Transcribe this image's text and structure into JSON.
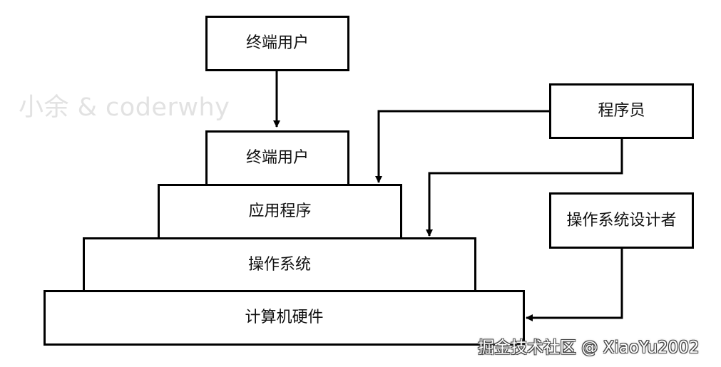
{
  "watermark": {
    "text": "小余 & coderwhy"
  },
  "footer_watermark": {
    "text": "掘金技术社区 @ XiaoYu2002"
  },
  "top_user_box": {
    "label": "终端用户"
  },
  "pyramid": {
    "user_layer": "终端用户",
    "app_layer": "应用程序",
    "os_layer": "操作系统",
    "hardware_layer": "计算机硬件"
  },
  "actors": {
    "programmer": "程序员",
    "os_designer": "操作系统设计者"
  },
  "colors": {
    "stroke": "#000000",
    "text": "#111111",
    "background": "#ffffff",
    "watermark": "#e2e2e2"
  }
}
